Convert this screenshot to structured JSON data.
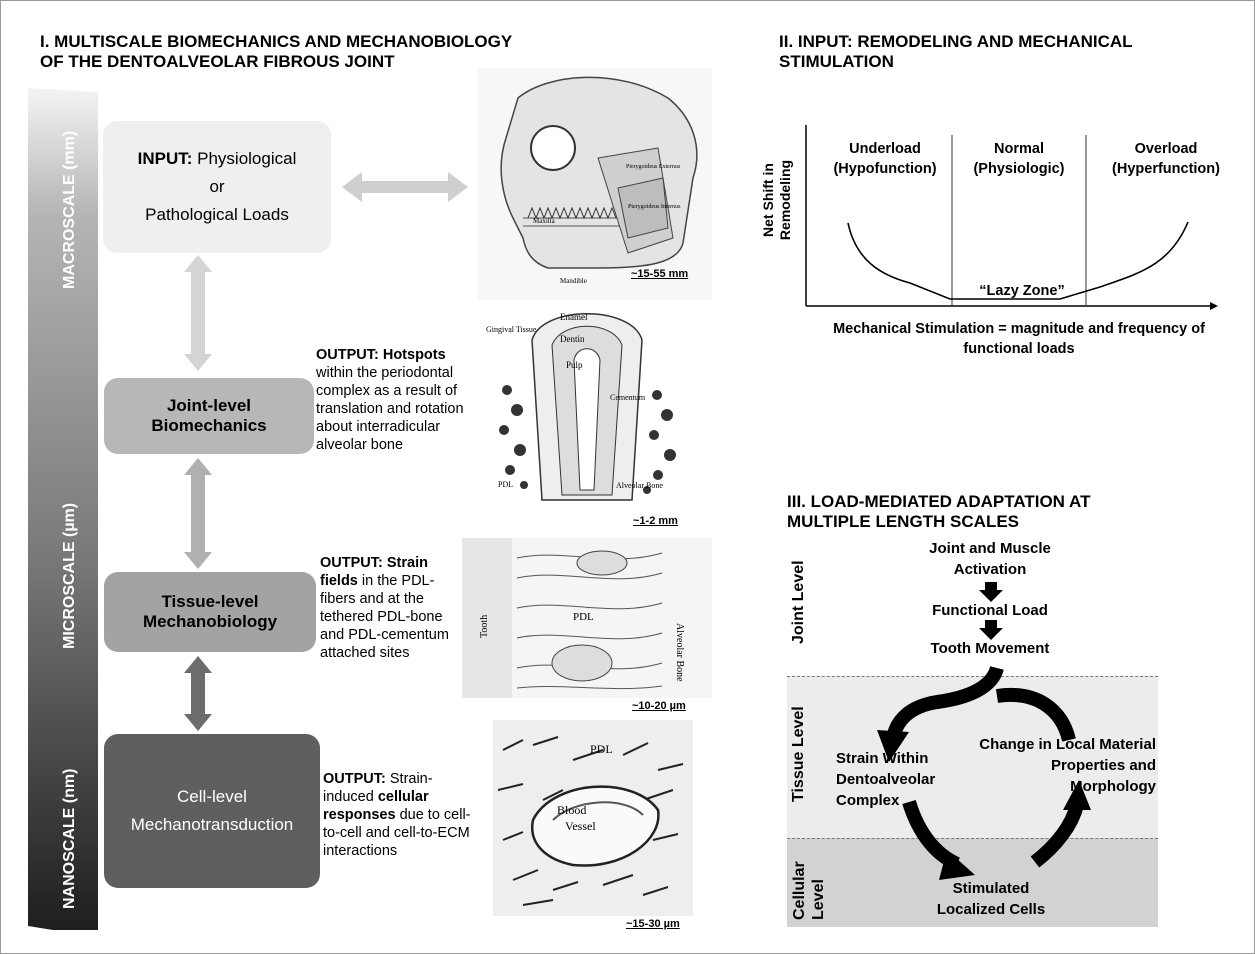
{
  "section1": {
    "title_line1": "I.  MULTISCALE BIOMECHANICS AND MECHANOBIOLOGY",
    "title_line2": "OF THE DENTOALVEOLAR FIBROUS JOINT"
  },
  "section2": {
    "title_line1": "II.  INPUT: REMODELING AND MECHANICAL",
    "title_line2": "STIMULATION"
  },
  "section3": {
    "title_line1": "III.  LOAD-MEDIATED ADAPTATION AT",
    "title_line2": "MULTIPLE LENGTH SCALES"
  },
  "scales": {
    "macro": "MACROSCALE (mm)",
    "micro": "MICROSCALE (µm)",
    "nano": "NANOSCALE (nm)"
  },
  "boxes": {
    "input_bold": "INPUT:",
    "input_rest1": " Physiological",
    "input_or": "or",
    "input_rest2": "Pathological Loads",
    "joint_line1": "Joint-level",
    "joint_line2": "Biomechanics",
    "tissue_line1": "Tissue-level",
    "tissue_line2": "Mechanobiology",
    "cell_line1": "Cell-level",
    "cell_line2": "Mechanotransduction"
  },
  "outputs": {
    "o1_bold": "OUTPUT: Hotspots",
    "o1_text": "within the periodontal complex as a result of translation and rotation about interradicular alveolar bone",
    "o2_bold1": "OUTPUT: Strain",
    "o2_bold2": "fields",
    "o2_text": " in the PDL-fibers and at the tethered PDL-bone and PDL-cementum attached sites",
    "o3_bold": "OUTPUT:",
    "o3_t1": " Strain-induced ",
    "o3_b2": "cellular responses",
    "o3_t2": " due to cell-to-cell and cell-to-ECM interactions"
  },
  "images": {
    "skull_labels": [
      "Maxilla",
      "Mandible",
      "Pterygoideus Externus",
      "Pterygoideus Internus"
    ],
    "skull_scale": "~15-55 mm",
    "tooth_labels": [
      "Enamel",
      "Dentin",
      "Pulp",
      "Gingival Tissue",
      "Cementum",
      "PDL",
      "Alveolar Bone"
    ],
    "tooth_scale": "~1-2 mm",
    "pdl_labels": [
      "Tooth",
      "PDL",
      "Alveolar Bone"
    ],
    "pdl_scale": "~10-20 µm",
    "cell_labels": [
      "PDL",
      "Blood",
      "Vessel"
    ],
    "cell_scale": "~15-30 µm"
  },
  "graph": {
    "zone1_line1": "Underload",
    "zone1_line2": "(Hypofunction)",
    "zone2_line1": "Normal",
    "zone2_line2": "(Physiologic)",
    "zone3_line1": "Overload",
    "zone3_line2": "(Hyperfunction)",
    "ylabel_line1": "Net Shift in",
    "ylabel_line2": "Remodeling",
    "lazy": "“Lazy Zone”",
    "xlabel_line1": "Mechanical Stimulation = magnitude and frequency of",
    "xlabel_line2": "functional loads"
  },
  "flow": {
    "levels": [
      "Joint Level",
      "Tissue Level",
      "Cellular Level"
    ],
    "step1_line1": "Joint and Muscle",
    "step1_line2": "Activation",
    "step2": "Functional Load",
    "step3": "Tooth Movement",
    "left_line1": "Strain Within",
    "left_line2": "Dentoalveolar",
    "left_line3": "Complex",
    "right_line1": "Change in Local Material",
    "right_line2": "Properties and",
    "right_line3": "Morphology",
    "bottom_line1": "Stimulated",
    "bottom_line2": "Localized Cells"
  }
}
